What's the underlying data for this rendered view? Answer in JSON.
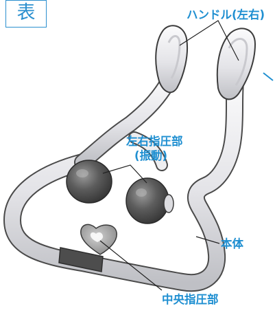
{
  "tag": "表",
  "labels": {
    "handle": "ハンドル(左右)",
    "side_pressure_line1": "左右指圧部",
    "side_pressure_line2": "(振動)",
    "body": "本体",
    "center_pressure": "中央指圧部"
  },
  "colors": {
    "accent": "#2a8fcf",
    "device_light": "#e9e9ec",
    "device_outline": "#4a4a4a",
    "ball_dark": "#555555",
    "leader_line": "#222222"
  }
}
